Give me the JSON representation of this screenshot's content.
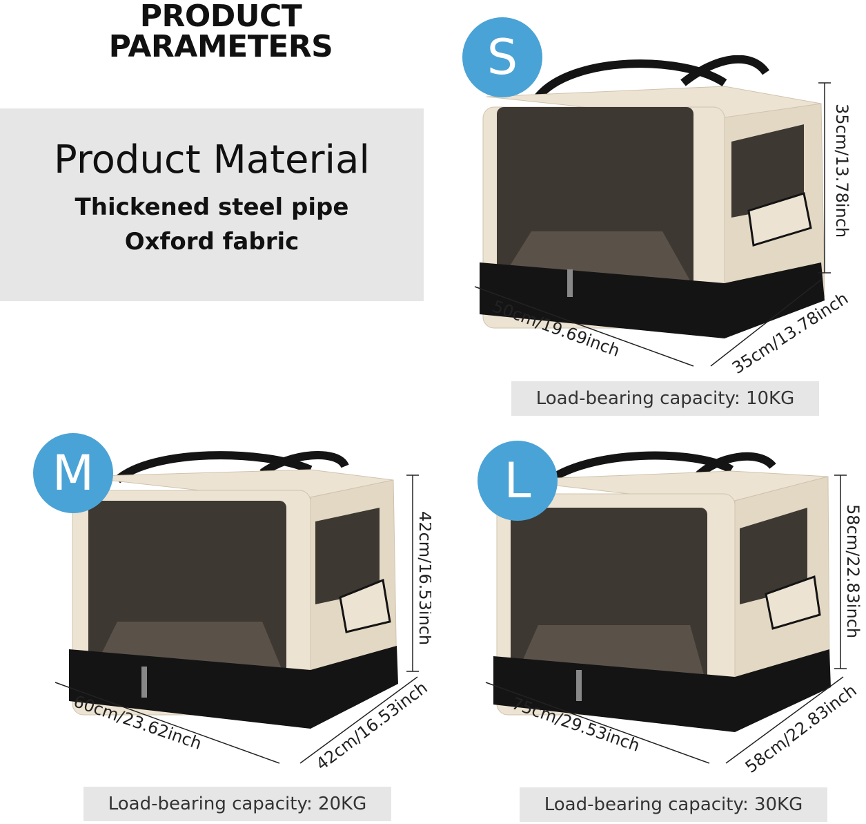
{
  "heading": {
    "line1": "PRODUCT",
    "line2": "PARAMETERS"
  },
  "material": {
    "title": "Product Material",
    "items": [
      "Thickened steel pipe",
      "Oxford fabric"
    ]
  },
  "sizes": [
    {
      "badge": "S",
      "height": "35cm/13.78inch",
      "width": "50cm/19.69inch",
      "depth": "35cm/13.78inch",
      "capacity": "Load-bearing capacity: 10KG"
    },
    {
      "badge": "M",
      "height": "42cm/16.53inch",
      "width": "60cm/23.62inch",
      "depth": "42cm/16.53inch",
      "capacity": "Load-bearing capacity: 20KG"
    },
    {
      "badge": "L",
      "height": "58cm/22.83inch",
      "width": "75cm/29.53inch",
      "depth": "58cm/22.83inch",
      "capacity": "Load-bearing capacity: 30KG"
    }
  ],
  "colors": {
    "badge": "#4aa3d6",
    "fabric": "#ede3d2",
    "mesh": "#3d3832",
    "trim": "#141414",
    "panel": "#e6e6e6"
  }
}
